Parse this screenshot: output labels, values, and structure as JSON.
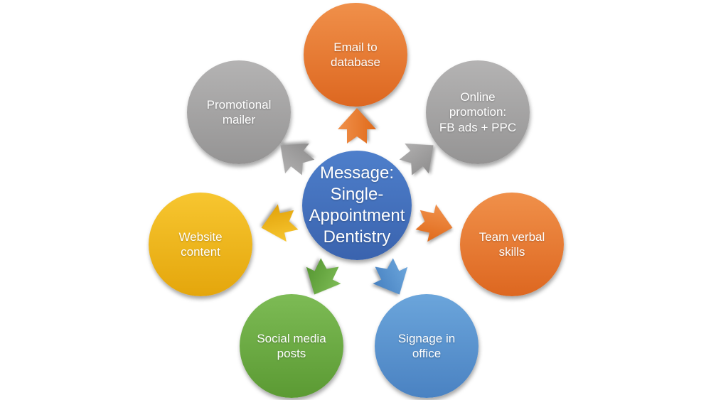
{
  "diagram": {
    "type": "radial-cycle",
    "center": {
      "label": "Message:\nSingle-\nAppointment\nDentistry",
      "color": "#4472C4"
    },
    "nodes": [
      {
        "label": "Email to\ndatabase",
        "color": "#ED7D31"
      },
      {
        "label": "Online\npromotion:\nFB ads + PPC",
        "color": "#A5A5A5"
      },
      {
        "label": "Team verbal\nskills",
        "color": "#ED7D31"
      },
      {
        "label": "Signage in\noffice",
        "color": "#5B9BD5"
      },
      {
        "label": "Social media\nposts",
        "color": "#70AD47"
      },
      {
        "label": "Website\ncontent",
        "color": "#F0B41C"
      },
      {
        "label": "Promotional\nmailer",
        "color": "#A5A5A5"
      }
    ],
    "palette": {
      "orange": "#ED7D31",
      "gray": "#A5A5A5",
      "gold": "#F0B41C",
      "green": "#70AD47",
      "light_blue": "#5B9BD5",
      "dark_blue": "#4472C4",
      "background": "#FFFFFF"
    }
  }
}
